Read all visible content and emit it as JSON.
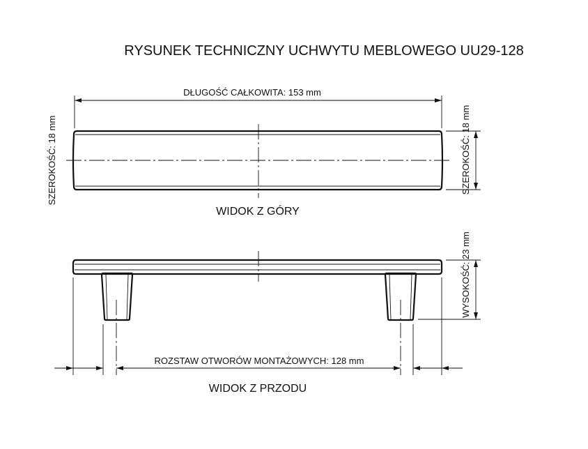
{
  "title": "RYSUNEK TECHNICZNY UCHWYTU MEBLOWEGO UU29-128",
  "top_view": {
    "length_label": "DŁUGOŚĆ CAŁKOWITA: 153 mm",
    "width_label_left": "SZEROKOŚĆ: 18 mm",
    "width_label_right": "SZEROKOŚĆ: 18 mm",
    "view_label": "WIDOK Z GÓRY"
  },
  "front_view": {
    "height_label": "WYSOKOŚĆ: 23 mm",
    "spacing_label": "ROZSTAW OTWORÓW MONTAŻOWYCH: 128 mm",
    "view_label": "WIDOK Z PRZODU"
  }
}
